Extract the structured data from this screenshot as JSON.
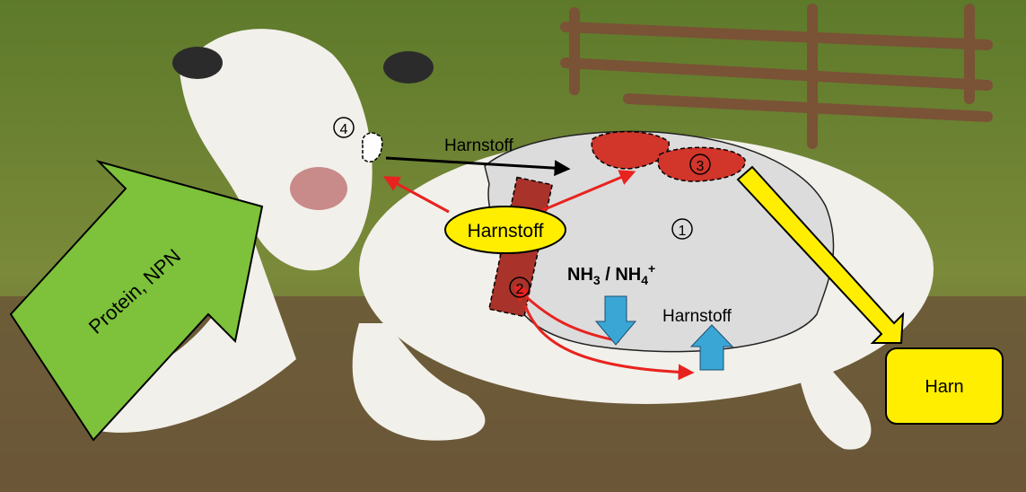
{
  "labels": {
    "input_arrow": "Protein, NPN",
    "urea_center": "Harnstoff",
    "urea_top": "Harnstoff",
    "urea_bottom": "Harnstoff",
    "ammonia_main": "NH",
    "ammonia_sub3": "3",
    "ammonia_sep": " / NH",
    "ammonia_sub4": "4",
    "ammonia_sup": "+",
    "urine_box": "Harn",
    "marker_1": "1",
    "marker_2": "2",
    "marker_3": "3",
    "marker_4": "4"
  },
  "colors": {
    "input_arrow_fill": "#7dc23a",
    "rumen_fill": "#dcdcdc",
    "urea_fill": "#ffee00",
    "urine_fill": "#ffee00",
    "liver_fill": "#c0392b",
    "recycling_arrow": "#e8231f",
    "blue_arrow": "#3aa6d6",
    "saliva_arrow": "#000000"
  }
}
